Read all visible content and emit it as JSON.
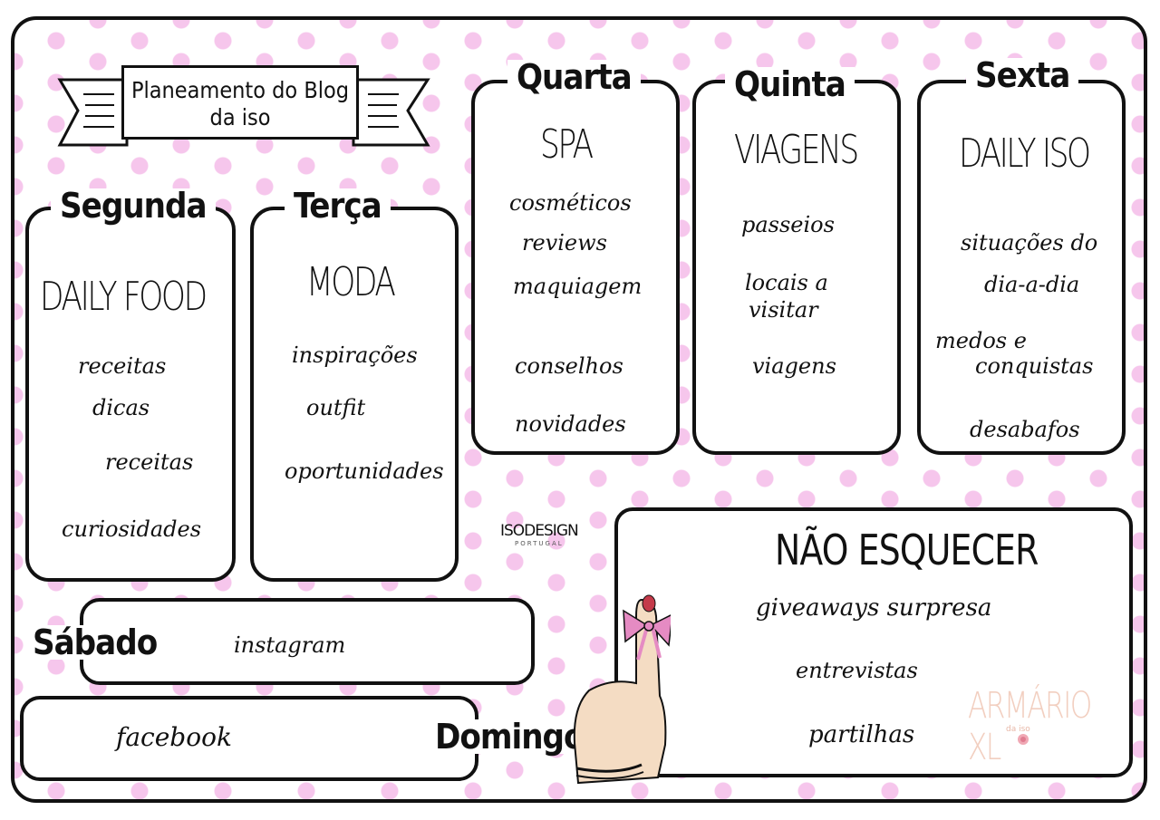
{
  "title": {
    "line1": "Planeamento do Blog",
    "line2": "da iso"
  },
  "days": {
    "segunda": {
      "name": "Segunda",
      "category": "DAILY  FOOD",
      "items": [
        "receitas",
        "dicas",
        "receitas",
        "curiosidades"
      ]
    },
    "terca": {
      "name": "Terça",
      "category": "MODA",
      "items": [
        "inspirações",
        "outfit",
        "oportunidades"
      ]
    },
    "quarta": {
      "name": "Quarta",
      "category": "SPA",
      "items": [
        "cosméticos",
        "reviews",
        "maquiagem",
        "conselhos",
        "novidades"
      ]
    },
    "quinta": {
      "name": "Quinta",
      "category": "VIAGENS",
      "items": [
        "passeios",
        "locais a",
        "visitar",
        "viagens"
      ]
    },
    "sexta": {
      "name": "Sexta",
      "category": "DAILY ISO",
      "items": [
        "situações do",
        "dia-a-dia",
        "medos e",
        "conquistas",
        "desabafos"
      ]
    },
    "sabado": {
      "name": "Sábado",
      "items": [
        "instagram"
      ]
    },
    "domingo": {
      "name": "Domingo",
      "items": [
        "facebook"
      ]
    }
  },
  "reminder": {
    "title": "NÃO ESQUECER",
    "items": [
      "giveaways surpresa",
      "entrevistas",
      "partilhas"
    ]
  },
  "logos": {
    "isodesign": "ISODESIGN",
    "isodesign_sub": "PORTUGAL",
    "armario": "ARMÁRIO XL",
    "armario_sub": "da iso"
  },
  "colors": {
    "dots": "#f6c6ec",
    "ink": "#111111",
    "bow": "#e58bc3",
    "skin": "#f4dcc3"
  }
}
